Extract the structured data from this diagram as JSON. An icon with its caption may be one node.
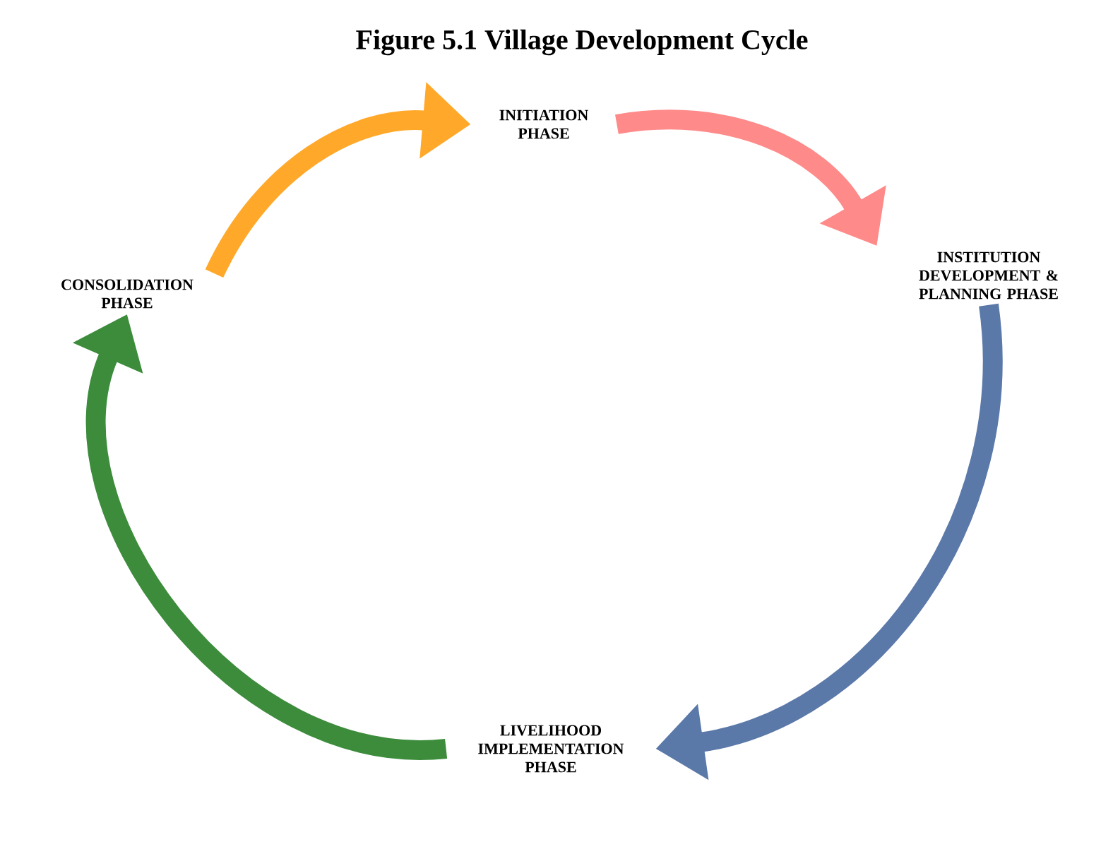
{
  "diagram": {
    "title": "Figure 5.1 Village Development Cycle",
    "nodes": [
      {
        "text": [
          "INITIATION PHASE"
        ]
      },
      {
        "text": [
          "CONSOLIDATION PHASE"
        ]
      },
      {
        "text": [
          "INSTITUTION DEVELOPMENT & PLANNING PHASE"
        ]
      },
      {
        "text": [
          "LIVELIHOOD IMPLEMENTATION PHASE"
        ]
      }
    ],
    "edges": [
      {
        "from": 0,
        "to": 2,
        "arrow": "to",
        "color": "#ff8a8a"
      },
      {
        "from": 2,
        "to": 3,
        "arrow": "to",
        "color": "#5a78a8"
      },
      {
        "from": 3,
        "to": 1,
        "arrow": "to",
        "color": "#3c8c3c"
      },
      {
        "from": 1,
        "to": 0,
        "arrow": "to",
        "color": "#ffa82a"
      }
    ]
  }
}
